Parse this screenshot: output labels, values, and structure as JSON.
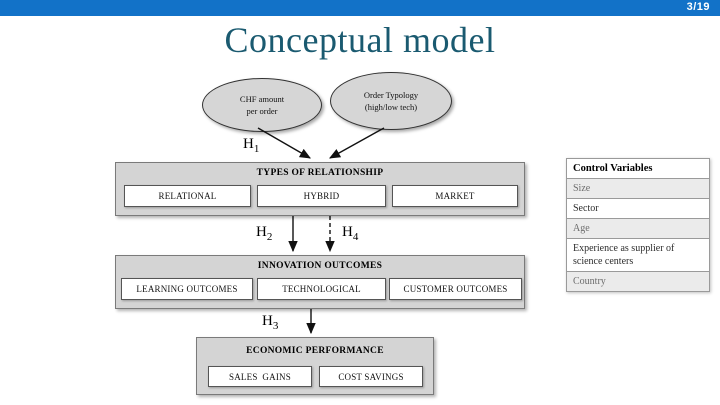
{
  "slide": {
    "number_label": "3/19",
    "title": "Conceptual model",
    "accent_blue": "#1272c8",
    "title_color": "#1a5a70"
  },
  "antecedents": [
    {
      "id": "chf-amount",
      "line1": "CHF amount",
      "line2": "per order"
    },
    {
      "id": "order-typology",
      "line1": "Order Typology",
      "line2": "(high/low tech)"
    }
  ],
  "groups": [
    {
      "id": "types-of-relationship",
      "title": "TYPES OF RELATIONSHIP",
      "items": [
        "RELATIONAL",
        "HYBRID",
        "MARKET"
      ]
    },
    {
      "id": "innovation-outcomes",
      "title": "INNOVATION OUTCOMES",
      "items": [
        "LEARNING OUTCOMES",
        "TECHNOLOGICAL",
        "CUSTOMER OUTCOMES"
      ]
    },
    {
      "id": "economic-performance",
      "title": "ECONOMIC PERFORMANCE",
      "items": [
        "SALES  GAINS",
        "COST SAVINGS"
      ]
    }
  ],
  "hypotheses": [
    {
      "id": "h1",
      "label": "H",
      "sub": "1",
      "style": "solid"
    },
    {
      "id": "h2",
      "label": "H",
      "sub": "2",
      "style": "solid"
    },
    {
      "id": "h4",
      "label": "H",
      "sub": "4",
      "style": "dashed"
    },
    {
      "id": "h3",
      "label": "H",
      "sub": "3",
      "style": "solid"
    }
  ],
  "control_variables": {
    "header": "Control Variables",
    "rows": [
      "Size",
      "Sector",
      "Age",
      "Experience as  supplier of science centers",
      "Country"
    ]
  }
}
